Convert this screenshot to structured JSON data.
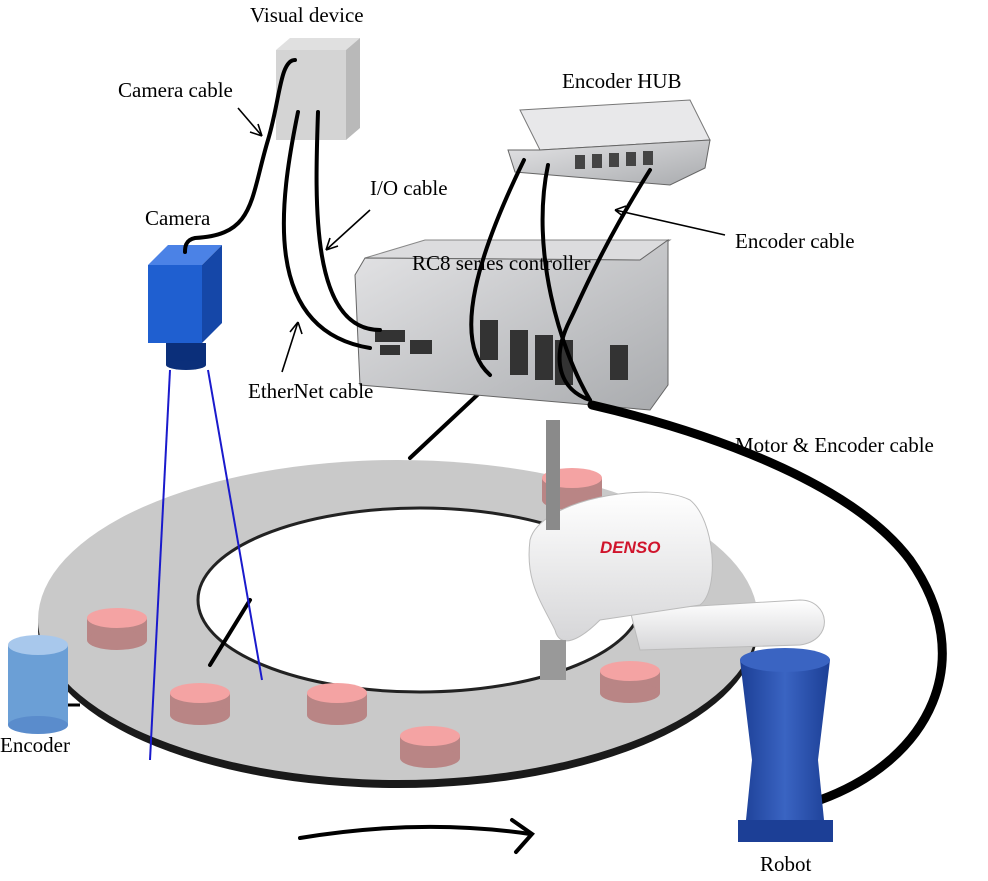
{
  "labels": {
    "visual_device": "Visual device",
    "camera_cable": "Camera cable",
    "encoder_hub": "Encoder HUB",
    "io_cable": "I/O cable",
    "camera": "Camera",
    "encoder_cable": "Encoder cable",
    "controller": "RC8 series controller",
    "ethernet_cable": "EtherNet cable",
    "motor_encoder_cable": "Motor & Encoder cable",
    "encoder": "Encoder",
    "robot": "Robot"
  },
  "logo": "DENSO",
  "colors": {
    "camera_blue": "#1f5fd0",
    "robot_blue": "#2a4fa8",
    "encoder_blue": "#6fa3d8",
    "puck_top": "#f4a3a3",
    "puck_side": "#b98585",
    "ring": "#c9c9c9",
    "sight_line": "#1a1acc",
    "logo_red": "#d0142c"
  }
}
